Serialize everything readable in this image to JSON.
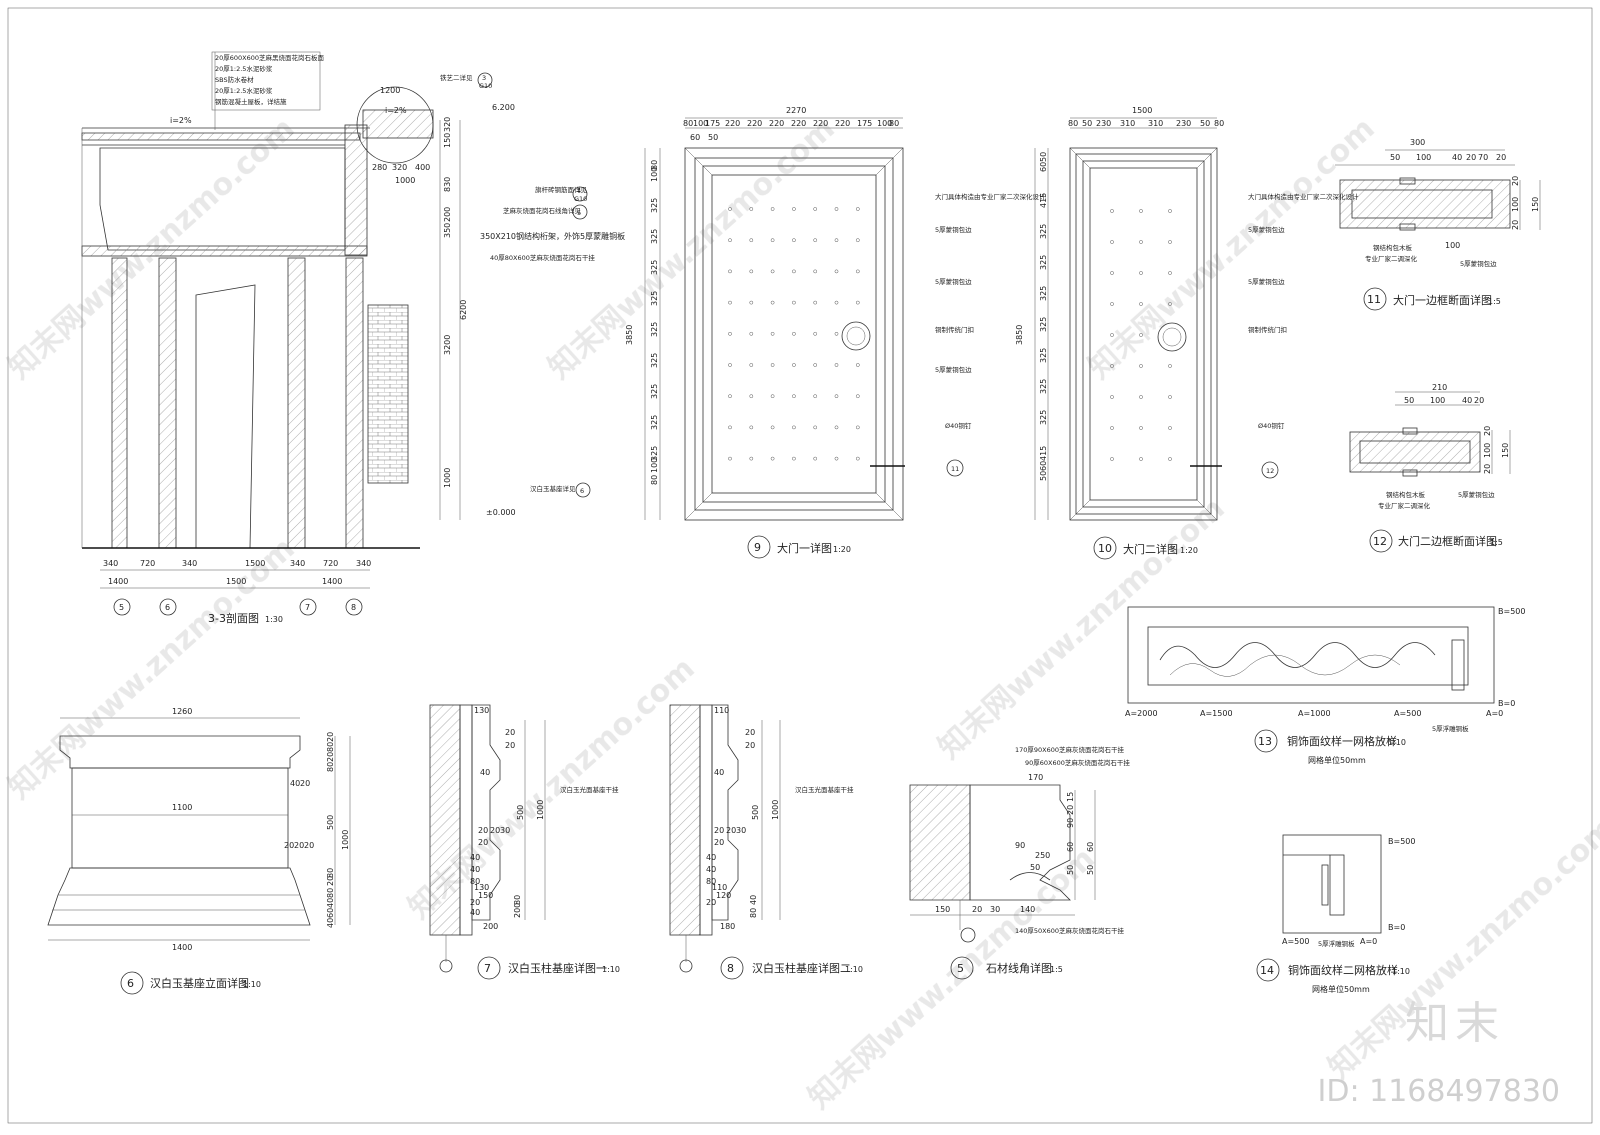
{
  "watermark": {
    "logo": "知末",
    "id": "ID: 1168497830",
    "repeat_text": "知末网www.znzmo.com"
  },
  "section33": {
    "notes": [
      "20厚600X600芝麻黑烧面花岗石板面",
      "20厚1:2.5水泥砂浆",
      "SBS防水卷材",
      "20厚1:2.5水泥砂浆",
      "钢筋混凝土屋板，详结施"
    ],
    "slope": "i=2%",
    "slope2": "i=2%",
    "elev_top": "6.200",
    "elev_zero": "±0.000",
    "callout_ref": "铁艺二详见",
    "callout_num": "3",
    "callout_sheet": "G10",
    "note_a": "旗杆砖钢筋面详见",
    "note_a_num": "4",
    "note_a_sheet": "G10",
    "note_b": "芝麻灰烧面花岗石线角详见",
    "note_b_num": "5",
    "note_c": "350X210钢结构桁架，外饰5厚蒙雕铜板",
    "note_d": "40厚80X600芝麻灰烧面花岗石干挂",
    "note_e": "汉白玉基座详见",
    "note_e_num": "6",
    "dims_bottom": [
      "340",
      "720",
      "340",
      "1500",
      "340",
      "720",
      "340"
    ],
    "dims_bottom2": [
      "1400",
      "1500",
      "1400"
    ],
    "dims_top": [
      "1200"
    ],
    "dims_mid": [
      "280",
      "320",
      "400",
      "1000"
    ],
    "dims_right": [
      "320",
      "150",
      "830",
      "200",
      "350",
      "3200",
      "1000",
      "6200"
    ],
    "axes": [
      "5",
      "6",
      "7",
      "8"
    ],
    "title": "3-3剖面图",
    "scale": "1:30"
  },
  "door1": {
    "top_total": "2270",
    "top_dims": [
      "80",
      "100",
      "175",
      "220",
      "220",
      "220",
      "220",
      "220",
      "220",
      "175",
      "100",
      "80"
    ],
    "top_dims2": [
      "60",
      "50"
    ],
    "left_dims": [
      "80",
      "100",
      "325",
      "325",
      "325",
      "325",
      "325",
      "325",
      "325",
      "325",
      "325",
      "100",
      "80"
    ],
    "total_h": "3850",
    "notes": [
      "大门具体构造由专业厂家二次深化设计",
      "5厚蒙铜包边",
      "5厚蒙铜包边",
      "铜制传统门扣",
      "5厚蒙铜包边",
      "Ø40铜钉"
    ],
    "callout_num": "11",
    "num": "9",
    "title": "大门一详图",
    "scale": "1:20"
  },
  "door2": {
    "top_total": "1500",
    "top_dims": [
      "80",
      "50",
      "230",
      "310",
      "310",
      "230",
      "50",
      "80"
    ],
    "left_dims": [
      "50",
      "60",
      "415",
      "325",
      "325",
      "325",
      "325",
      "325",
      "325",
      "325",
      "415",
      "60",
      "50"
    ],
    "total_h": "3850",
    "notes": [
      "大门具体构造由专业厂家二次深化设计",
      "5厚蒙铜包边",
      "5厚蒙铜包边",
      "铜制传统门扣",
      "Ø40铜钉"
    ],
    "callout_num": "12",
    "num": "10",
    "title": "大门二详图",
    "scale": "1:20"
  },
  "detail11": {
    "dims_top": [
      "300"
    ],
    "dims_top2": [
      "50",
      "100",
      "40",
      "20",
      "70",
      "20"
    ],
    "dims_right": [
      "20",
      "100",
      "150",
      "20"
    ],
    "dims_bottom": [
      "100"
    ],
    "notes": [
      "钢结构包木板",
      "专业厂家二调深化",
      "5厚蒙铜包边"
    ],
    "num": "11",
    "title": "大门一边框断面详图",
    "scale": "1:5"
  },
  "detail12": {
    "dims_top": [
      "210"
    ],
    "dims_top2": [
      "50",
      "100",
      "40",
      "20"
    ],
    "dims_right": [
      "20",
      "100",
      "150",
      "20"
    ],
    "notes": [
      "钢结构包木板",
      "专业厂家二调深化",
      "5厚蒙铜包边"
    ],
    "num": "12",
    "title": "大门二边框断面详图",
    "scale": "1:5"
  },
  "detail13": {
    "b_labels": [
      "B=500",
      "B=0"
    ],
    "a_labels": [
      "A=2000",
      "A=1500",
      "A=1000",
      "A=500",
      "A=0"
    ],
    "note": "5厚浮雕铜板",
    "num": "13",
    "title": "铜饰面纹样一网格放样",
    "scale": "1:10",
    "sub": "网格单位50mm"
  },
  "detail14": {
    "b_labels": [
      "B=500",
      "B=0"
    ],
    "a_labels": [
      "A=500",
      "A=0"
    ],
    "note": "5厚浮雕铜板",
    "num": "14",
    "title": "铜饰面纹样二网格放样",
    "scale": "1:10",
    "sub": "网格单位50mm"
  },
  "detail6": {
    "top": "1260",
    "mid": "1100",
    "bottom": "1400",
    "right_dims": [
      "20",
      "80",
      "20",
      "80",
      "500",
      "80",
      "20",
      "80",
      "40",
      "60",
      "40",
      "1000"
    ],
    "inner": [
      "40",
      "20",
      "20",
      "20",
      "20"
    ],
    "num": "6",
    "title": "汉白玉基座立面详图",
    "scale": "1:10"
  },
  "detail7": {
    "note": "汉白玉光面基座干挂",
    "dims": [
      "130",
      "20",
      "20",
      "40",
      "500",
      "1000",
      "20",
      "20",
      "30",
      "20",
      "40",
      "40",
      "80",
      "130",
      "150",
      "20",
      "40",
      "80",
      "200"
    ],
    "bottom": [
      "200"
    ],
    "num": "7",
    "title": "汉白玉柱基座详图一",
    "scale": "1:10"
  },
  "detail8": {
    "note": "汉白玉光面基座干挂",
    "dims": [
      "110",
      "20",
      "20",
      "40",
      "500",
      "1000",
      "20",
      "20",
      "30",
      "20",
      "40",
      "40",
      "80",
      "110",
      "120",
      "20",
      "40",
      "80"
    ],
    "bottom": [
      "180"
    ],
    "num": "8",
    "title": "汉白玉柱基座详图二",
    "scale": "1:10"
  },
  "detail5": {
    "notes": [
      "170厚90X600芝麻灰烧面花岗石干挂",
      "90厚60X600芝麻灰烧面花岗石干挂",
      "140厚50X600芝麻灰烧面花岗石干挂"
    ],
    "dims_top": [
      "170"
    ],
    "dims": [
      "90",
      "250",
      "15",
      "20",
      "90",
      "60",
      "60",
      "50",
      "50",
      "50"
    ],
    "dims_bottom": [
      "150",
      "20",
      "30",
      "140"
    ],
    "num": "5",
    "title": "石材线角详图",
    "scale": "1:5"
  }
}
